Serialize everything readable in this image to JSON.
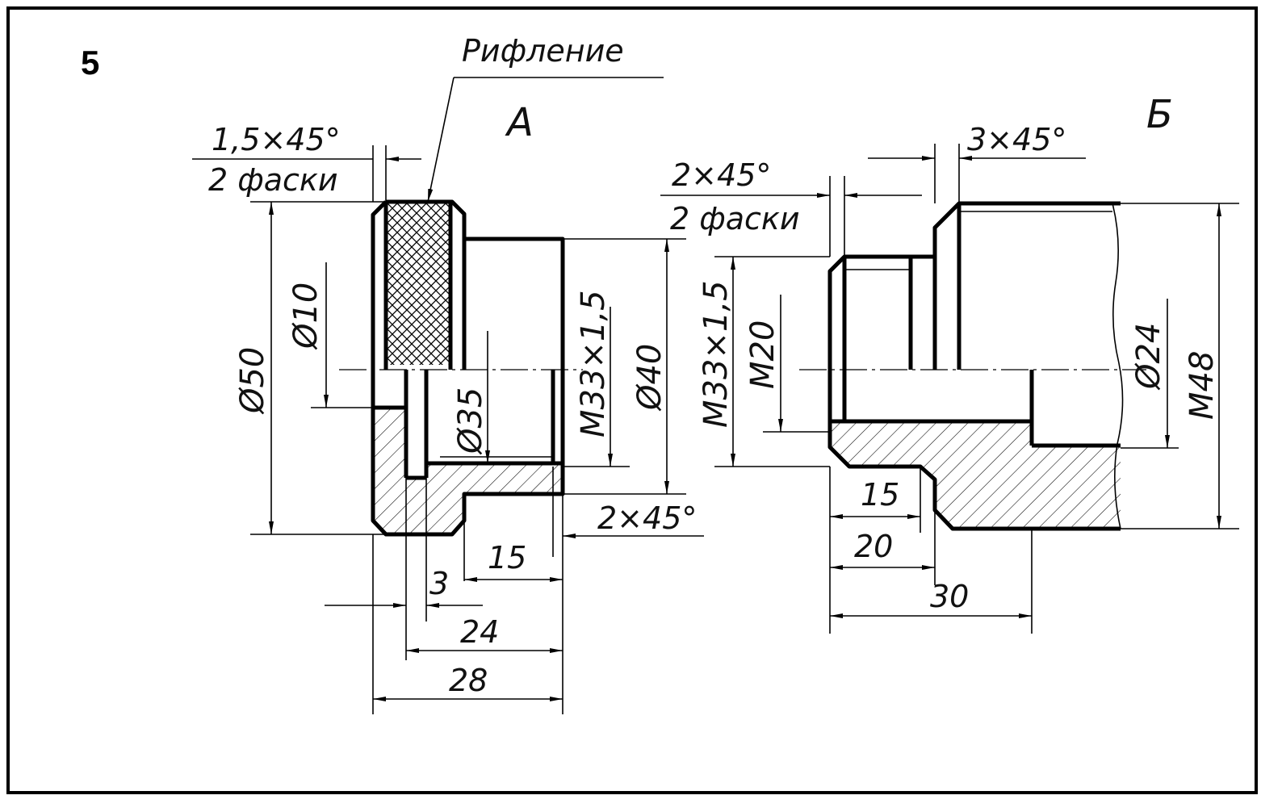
{
  "figure_number": "5",
  "knurl_note": "Рифление",
  "part_a": {
    "letter": "А",
    "chamfer_top": {
      "line1": "1,5×45°",
      "line2": "2 фаски"
    },
    "chamfer_bottom": "2×45°",
    "diameters": {
      "d50": "Ø50",
      "d10": "Ø10",
      "d35": "Ø35",
      "thread": "M33×1,5",
      "d40": "Ø40"
    },
    "lengths": {
      "l15": "15",
      "l3": "3",
      "l24": "24",
      "l28": "28"
    }
  },
  "part_b": {
    "letter": "Б",
    "chamfer_top": "3×45°",
    "chamfer_left": {
      "line1": "2×45°",
      "line2": "2 фаски"
    },
    "diameters": {
      "thread33": "M33×1,5",
      "m20": "M20",
      "d24": "Ø24",
      "m48": "M48"
    },
    "lengths": {
      "l15": "15",
      "l20": "20",
      "l30": "30"
    }
  }
}
